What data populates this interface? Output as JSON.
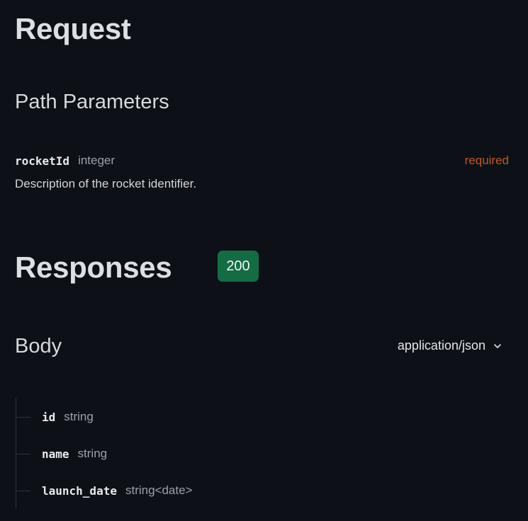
{
  "request": {
    "title": "Request",
    "path_parameters": {
      "title": "Path Parameters",
      "items": [
        {
          "name": "rocketId",
          "type": "integer",
          "required_label": "required",
          "description": "Description of the rocket identifier."
        }
      ]
    }
  },
  "responses": {
    "title": "Responses",
    "status_code": "200",
    "status_color": "#146c43",
    "body": {
      "title": "Body",
      "content_type": "application/json",
      "fields": [
        {
          "name": "id",
          "type": "string"
        },
        {
          "name": "name",
          "type": "string"
        },
        {
          "name": "launch_date",
          "type": "string<date>"
        }
      ]
    }
  },
  "colors": {
    "background": "#0d1117",
    "required": "#c0572e",
    "muted_text": "#9aa1ab"
  },
  "icons": {
    "content_type_toggle": "chevron-down-icon"
  }
}
